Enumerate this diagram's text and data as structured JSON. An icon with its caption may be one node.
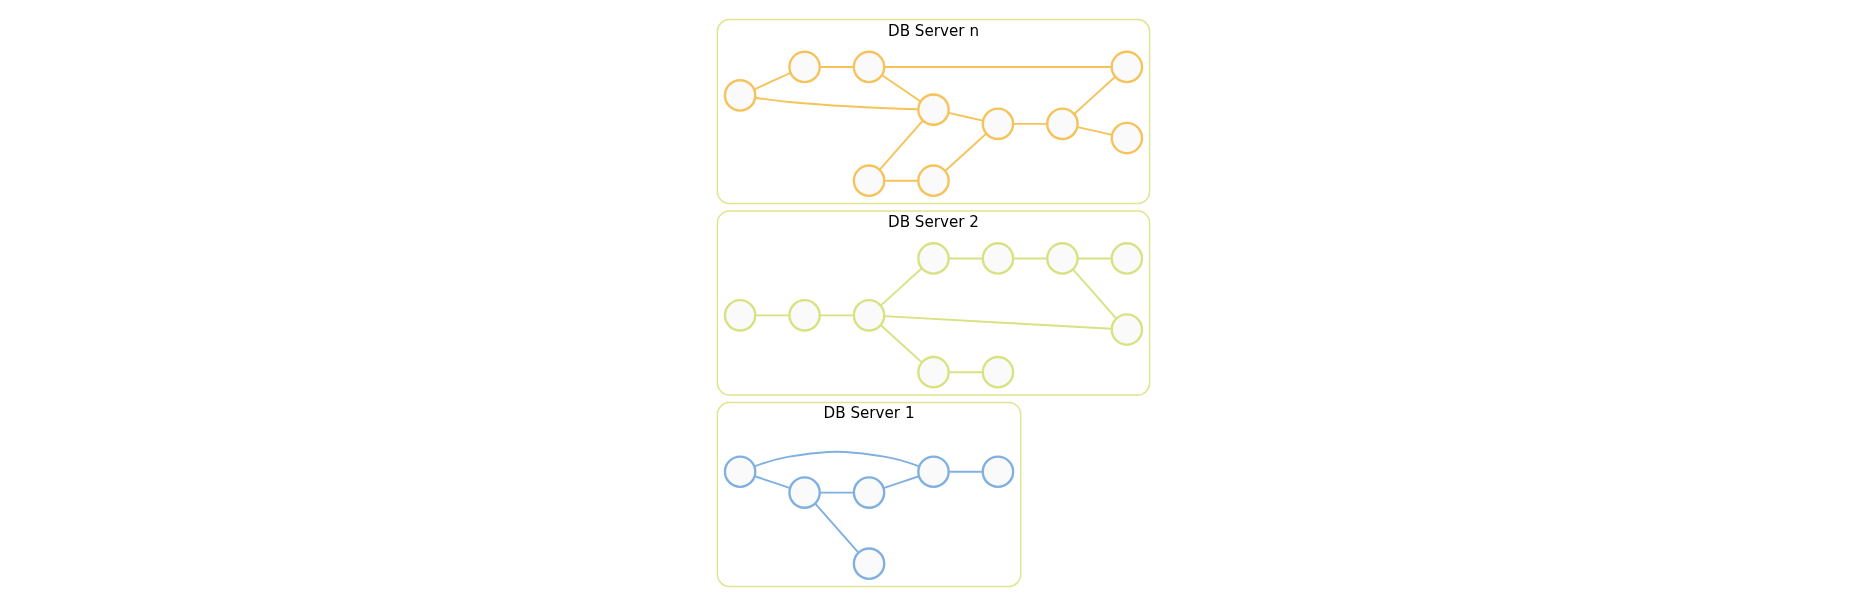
{
  "diagram": {
    "nodes": [
      {
        "text": [
          "DB Server 1"
        ]
      },
      {
        "text": [],
        "shape": "circle",
        "in": 0
      },
      {
        "text": [],
        "shape": "circle",
        "in": 0
      },
      {
        "text": [],
        "shape": "circle",
        "in": 0
      },
      {
        "text": [],
        "shape": "circle",
        "in": 0
      },
      {
        "text": [],
        "shape": "circle",
        "in": 0
      },
      {
        "text": [],
        "shape": "circle",
        "in": 0
      },
      {
        "text": [
          "DB Server 2"
        ]
      },
      {
        "text": [],
        "shape": "circle",
        "in": 7
      },
      {
        "text": [],
        "shape": "circle",
        "in": 7
      },
      {
        "text": [],
        "shape": "circle",
        "in": 7
      },
      {
        "text": [],
        "shape": "circle",
        "in": 7
      },
      {
        "text": [],
        "shape": "circle",
        "in": 7
      },
      {
        "text": [],
        "shape": "circle",
        "in": 7
      },
      {
        "text": [],
        "shape": "circle",
        "in": 7
      },
      {
        "text": [],
        "shape": "circle",
        "in": 7
      },
      {
        "text": [],
        "shape": "circle",
        "in": 7
      },
      {
        "text": [],
        "shape": "circle",
        "in": 7
      },
      {
        "text": [
          "DB Server n"
        ]
      },
      {
        "text": [],
        "shape": "circle",
        "in": 18
      },
      {
        "text": [],
        "shape": "circle",
        "in": 18
      },
      {
        "text": [],
        "shape": "circle",
        "in": 18
      },
      {
        "text": [],
        "shape": "circle",
        "in": 18
      },
      {
        "text": [],
        "shape": "circle",
        "in": 18
      },
      {
        "text": [],
        "shape": "circle",
        "in": 18
      },
      {
        "text": [],
        "shape": "circle",
        "in": 18
      },
      {
        "text": [],
        "shape": "circle",
        "in": 18
      },
      {
        "text": [],
        "shape": "circle",
        "in": 18
      },
      {
        "text": [],
        "shape": "circle",
        "in": 18
      }
    ],
    "edges": [
      {
        "from": 1,
        "to": 2,
        "arrow": "none",
        "color": "#7fb0e0"
      },
      {
        "from": 2,
        "to": 3,
        "arrow": "none",
        "color": "#7fb0e0"
      },
      {
        "from": 2,
        "to": 4,
        "arrow": "none",
        "color": "#7fb0e0"
      },
      {
        "from": 1,
        "to": 5,
        "arrow": "none",
        "color": "#7fb0e0"
      },
      {
        "from": 4,
        "to": 5,
        "arrow": "none",
        "color": "#7fb0e0"
      },
      {
        "from": 5,
        "to": 6,
        "arrow": "none",
        "color": "#7fb0e0"
      },
      {
        "from": 8,
        "to": 9,
        "arrow": "none",
        "color": "#d8e282"
      },
      {
        "from": 9,
        "to": 12,
        "arrow": "none",
        "color": "#d8e282"
      },
      {
        "from": 12,
        "to": 10,
        "arrow": "none",
        "color": "#d8e282"
      },
      {
        "from": 10,
        "to": 11,
        "arrow": "none",
        "color": "#d8e282"
      },
      {
        "from": 12,
        "to": 13,
        "arrow": "none",
        "color": "#d8e282"
      },
      {
        "from": 12,
        "to": 14,
        "arrow": "none",
        "color": "#d8e282"
      },
      {
        "from": 14,
        "to": 15,
        "arrow": "none",
        "color": "#d8e282"
      },
      {
        "from": 15,
        "to": 16,
        "arrow": "none",
        "color": "#d8e282"
      },
      {
        "from": 16,
        "to": 13,
        "arrow": "none",
        "color": "#d8e282"
      },
      {
        "from": 16,
        "to": 17,
        "arrow": "none",
        "color": "#d8e282"
      },
      {
        "from": 19,
        "to": 20,
        "arrow": "none",
        "color": "#f5c35a"
      },
      {
        "from": 20,
        "to": 21,
        "arrow": "none",
        "color": "#f5c35a"
      },
      {
        "from": 19,
        "to": 22,
        "arrow": "none",
        "color": "#f5c35a"
      },
      {
        "from": 21,
        "to": 22,
        "arrow": "none",
        "color": "#f5c35a"
      },
      {
        "from": 23,
        "to": 22,
        "arrow": "none",
        "color": "#f5c35a"
      },
      {
        "from": 23,
        "to": 24,
        "arrow": "none",
        "color": "#f5c35a"
      },
      {
        "from": 22,
        "to": 26,
        "arrow": "none",
        "color": "#f5c35a"
      },
      {
        "from": 24,
        "to": 26,
        "arrow": "none",
        "color": "#f5c35a"
      },
      {
        "from": 26,
        "to": 27,
        "arrow": "none",
        "color": "#f5c35a"
      },
      {
        "from": 27,
        "to": 25,
        "arrow": "none",
        "color": "#f5c35a"
      },
      {
        "from": 27,
        "to": 28,
        "arrow": "none",
        "color": "#f5c35a"
      },
      {
        "from": 21,
        "to": 28,
        "arrow": "none",
        "color": "#f5c35a"
      }
    ]
  }
}
